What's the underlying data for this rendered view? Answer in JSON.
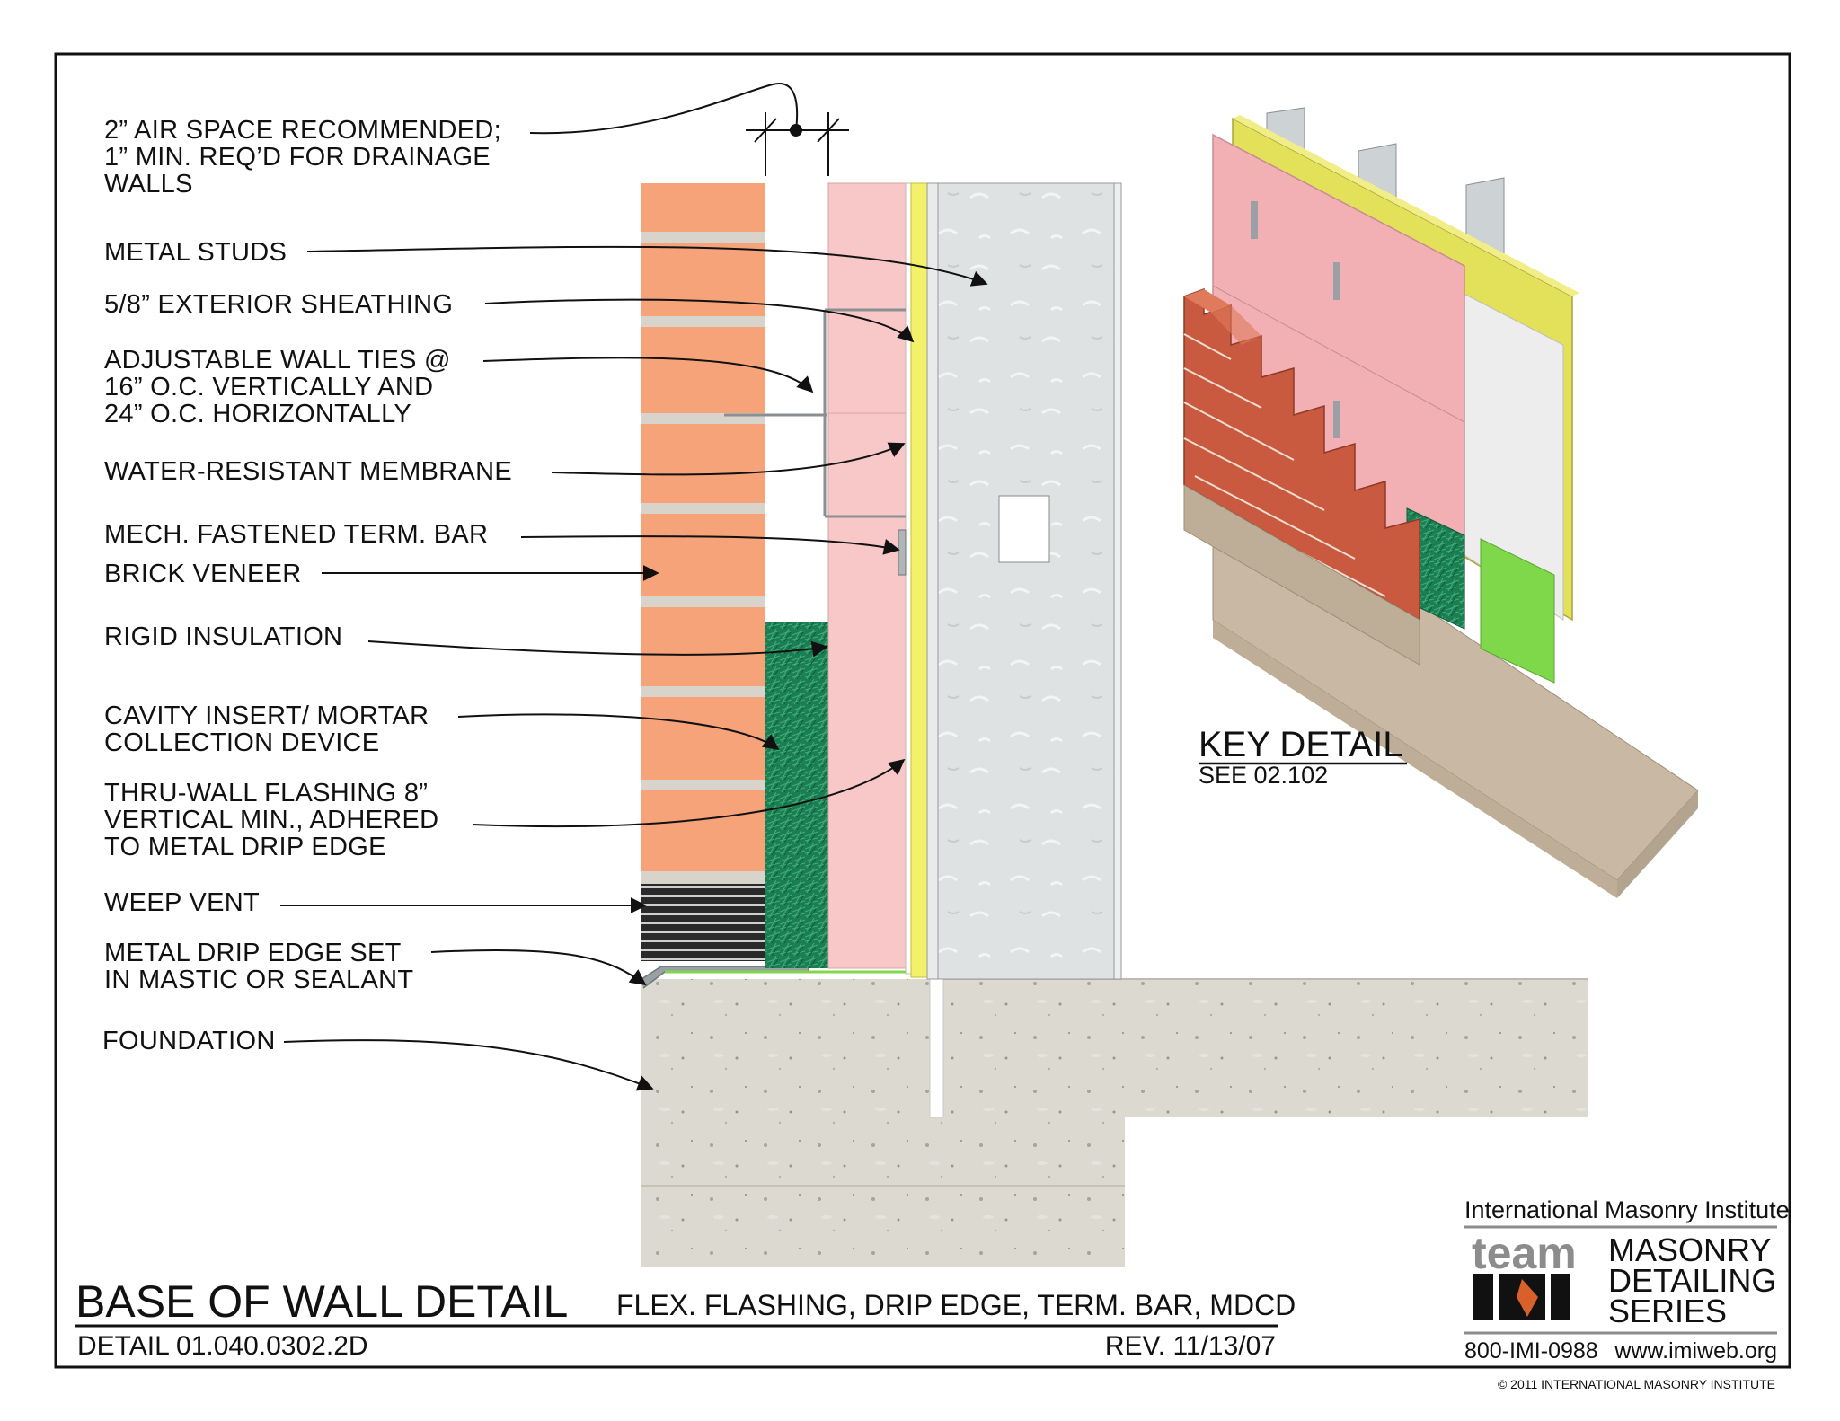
{
  "callouts": [
    {
      "lines": [
        "2” AIR SPACE RECOMMENDED;",
        "1” MIN. REQ’D FOR DRAINAGE",
        "WALLS"
      ]
    },
    {
      "lines": [
        "METAL STUDS"
      ]
    },
    {
      "lines": [
        "5/8” EXTERIOR SHEATHING"
      ]
    },
    {
      "lines": [
        "ADJUSTABLE WALL TIES @",
        "16” O.C. VERTICALLY AND",
        "24” O.C. HORIZONTALLY"
      ]
    },
    {
      "lines": [
        "WATER-RESISTANT MEMBRANE"
      ]
    },
    {
      "lines": [
        "MECH. FASTENED TERM. BAR"
      ]
    },
    {
      "lines": [
        "BRICK VENEER"
      ]
    },
    {
      "lines": [
        "RIGID INSULATION"
      ]
    },
    {
      "lines": [
        "CAVITY INSERT/ MORTAR",
        "COLLECTION DEVICE"
      ]
    },
    {
      "lines": [
        "THRU-WALL FLASHING 8”",
        "VERTICAL MIN., ADHERED",
        "TO METAL DRIP EDGE"
      ]
    },
    {
      "lines": [
        "WEEP VENT"
      ]
    },
    {
      "lines": [
        "METAL DRIP EDGE SET",
        "IN MASTIC OR SEALANT"
      ]
    },
    {
      "lines": [
        "FOUNDATION"
      ]
    }
  ],
  "key_detail": {
    "title": "KEY DETAIL",
    "ref": "SEE 02.102"
  },
  "title_block": {
    "title": "BASE OF WALL DETAIL",
    "subtitle": "FLEX. FLASHING, DRIP EDGE, TERM. BAR, MDCD",
    "detail_number": "DETAIL 01.040.0302.2D",
    "revision": "REV. 11/13/07"
  },
  "logo": {
    "org": "International Masonry Institute",
    "team": "team",
    "series_lines": [
      "MASONRY",
      "DETAILING",
      "SERIES"
    ],
    "phone": "800-IMI-0988",
    "web": "www.imiweb.org"
  },
  "copyright": "© 2011 INTERNATIONAL MASONRY INSTITUTE",
  "colors": {
    "brick": "#f6a37a",
    "mortar": "#d8d4cc",
    "sheathing_pink": "#f8c8c8",
    "membrane_yellow": "#f3f06a",
    "insert_green": "#1f8a5a",
    "flashing_green": "#7fd84a",
    "stud_gray": "#dfe2e3",
    "concrete": "#dcd9d0"
  }
}
